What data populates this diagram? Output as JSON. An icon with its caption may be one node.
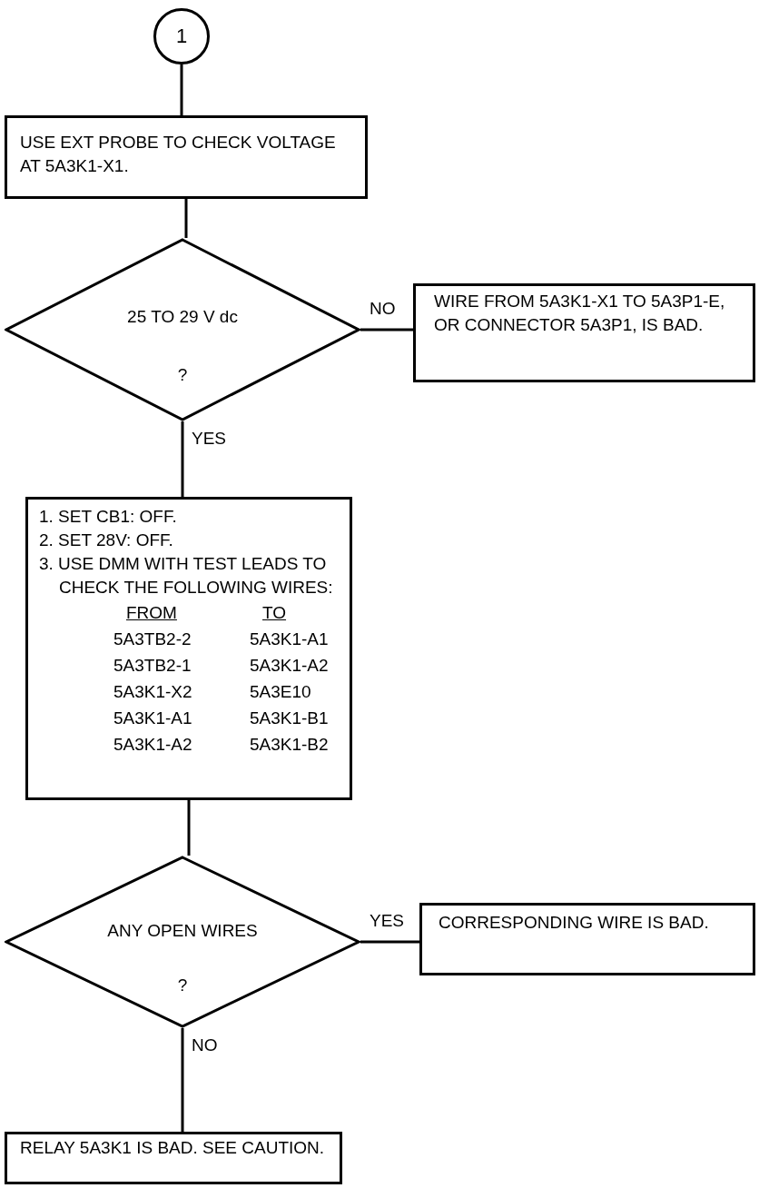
{
  "diagram": {
    "nodes": [
      {
        "text": [
          "1"
        ]
      },
      {
        "text": [
          "USE EXT PROBE TO CHECK VOLTAGE AT 5A3K1-X1."
        ]
      },
      {
        "text": [
          "25 TO 29 V dc",
          "?"
        ]
      },
      {
        "text": [
          "WIRE FROM 5A3K1-X1 TO 5A3P1-E, OR CONNECTOR 5A3P1, IS BAD."
        ]
      },
      {
        "text": [
          "1. SET CB1:  OFF.",
          "2. SET 28V:  OFF.",
          "3. USE DMM WITH TEST LEADS TO CHECK THE FOLLOWING WIRES:",
          "FROM",
          "TO",
          "5A3TB2-2",
          "5A3K1-A1",
          "5A3TB2-1",
          "5A3K1-A2",
          "5A3K1-X2",
          "5A3E10",
          "5A3K1-A1",
          "5A3K1-B1",
          "5A3K1-A2",
          "5A3K1-B2"
        ]
      },
      {
        "text": [
          "ANY OPEN WIRES",
          "?"
        ]
      },
      {
        "text": [
          "CORRESPONDING WIRE IS BAD."
        ]
      },
      {
        "text": [
          "RELAY 5A3K1 IS BAD. SEE CAUTION."
        ]
      }
    ],
    "edges": [
      {
        "from": 0,
        "to": 1,
        "arrow": "none"
      },
      {
        "from": 1,
        "to": 2,
        "arrow": "none"
      },
      {
        "from": 2,
        "to": 3,
        "arrow": "none",
        "label": "NO"
      },
      {
        "from": 2,
        "to": 4,
        "arrow": "none",
        "label": "YES"
      },
      {
        "from": 4,
        "to": 5,
        "arrow": "none"
      },
      {
        "from": 5,
        "to": 6,
        "arrow": "none",
        "label": "YES"
      },
      {
        "from": 5,
        "to": 7,
        "arrow": "none",
        "label": "NO"
      }
    ]
  }
}
